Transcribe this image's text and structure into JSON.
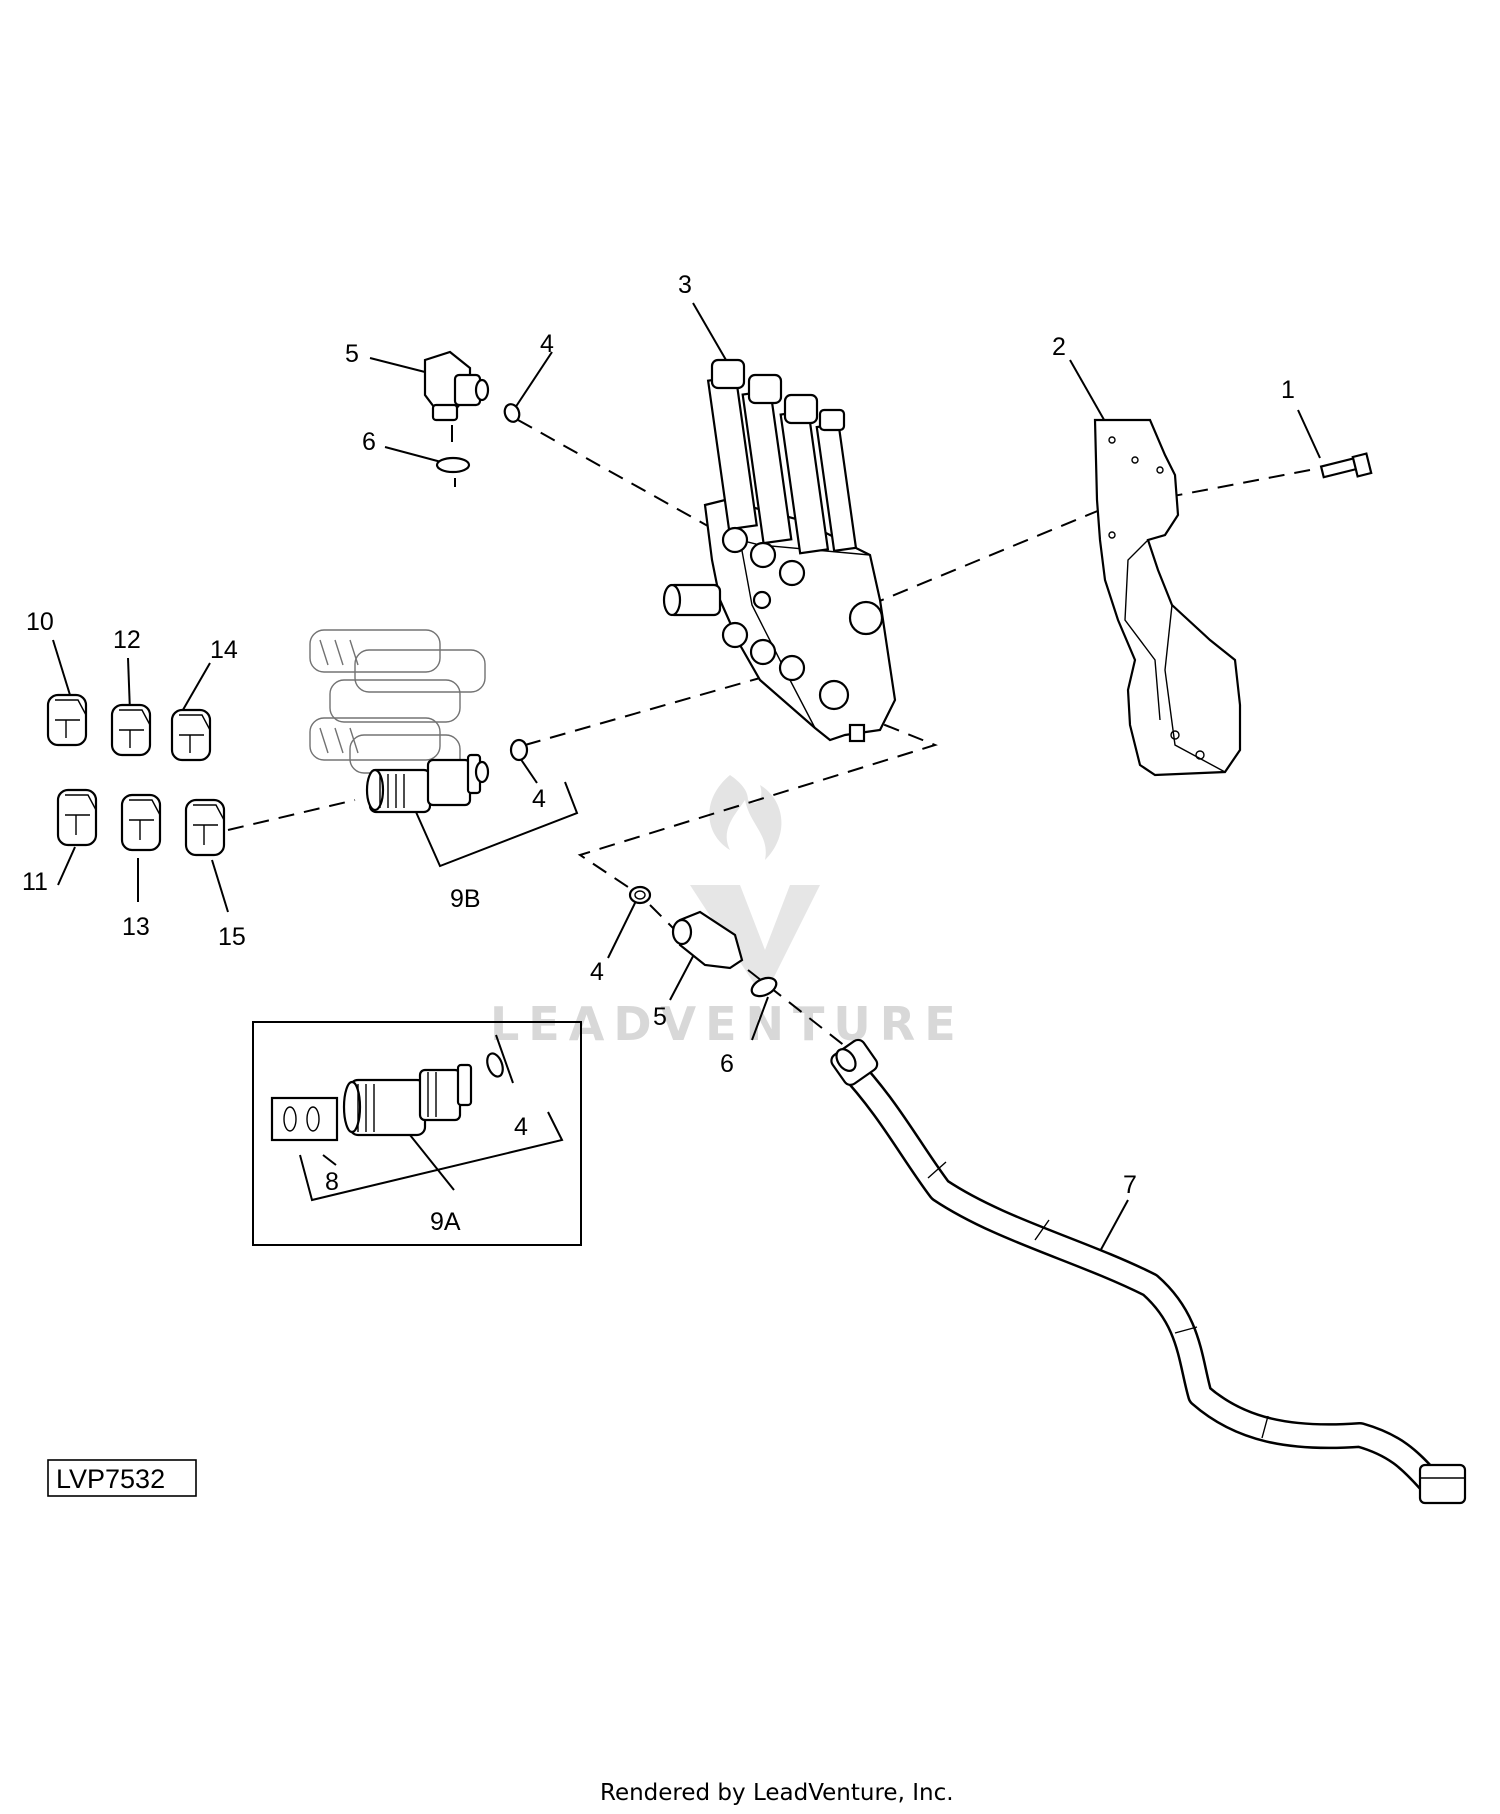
{
  "callouts": {
    "c1": "1",
    "c2": "2",
    "c3": "3",
    "c4_top": "4",
    "c5_top": "5",
    "c6_top": "6",
    "c4_mid": "4",
    "c9b": "9B",
    "c10": "10",
    "c11": "11",
    "c12": "12",
    "c13": "13",
    "c14": "14",
    "c15": "15",
    "c4_low": "4",
    "c5_low": "5",
    "c6_low": "6",
    "c7": "7",
    "c8": "8",
    "c9a": "9A",
    "c4_box": "4"
  },
  "part_id": "LVP7532",
  "watermark": "LEADVENTURE",
  "footer": "Rendered by LeadVenture, Inc."
}
